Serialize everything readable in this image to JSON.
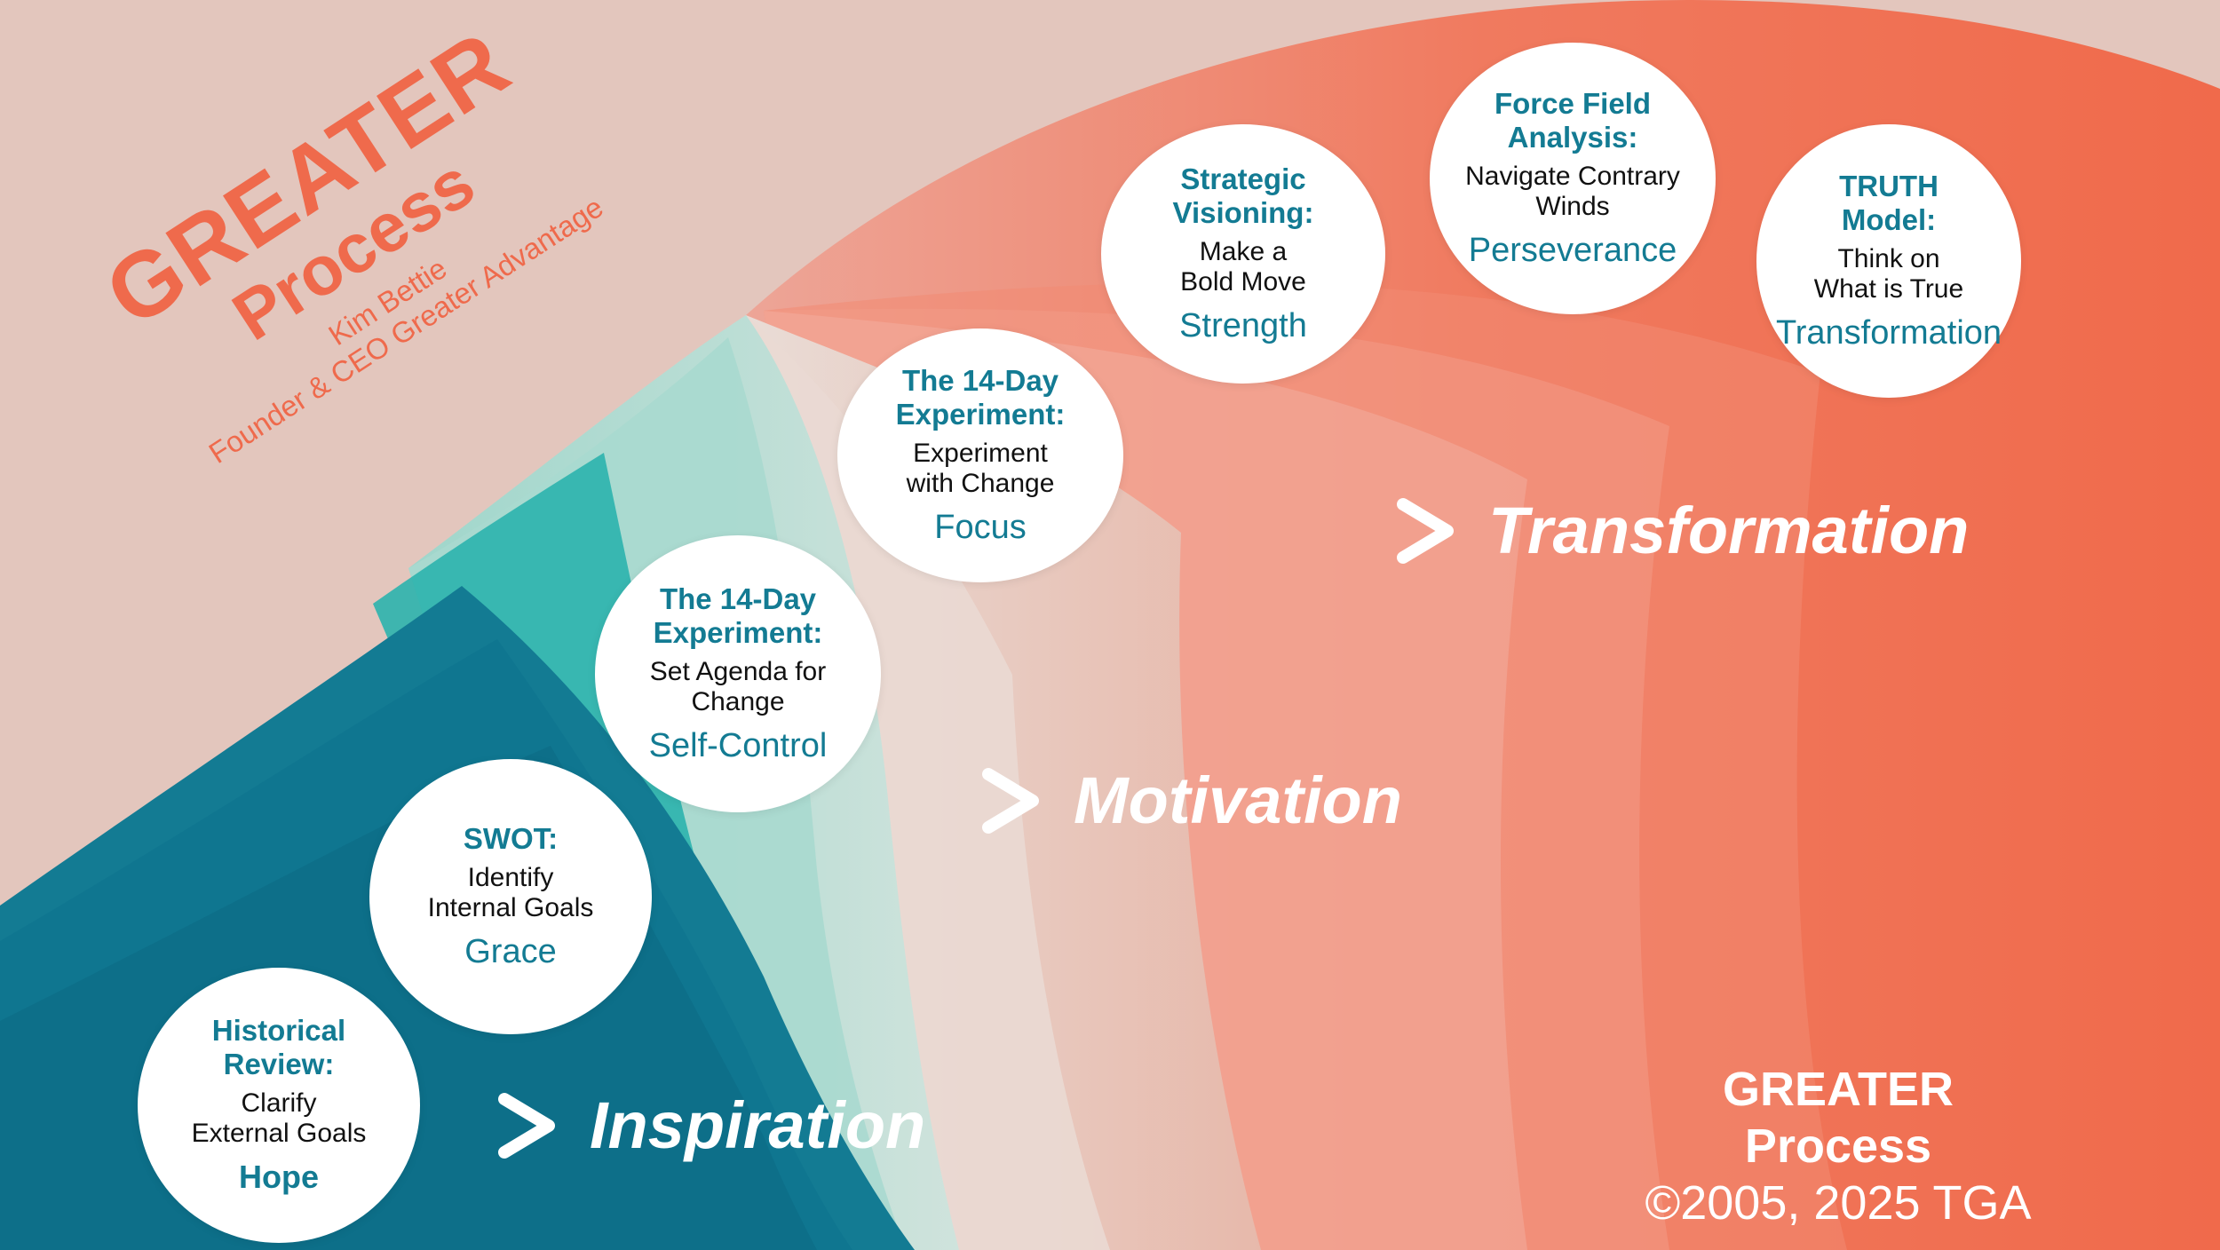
{
  "brand": {
    "title": "GREATER",
    "subtitle": "Process",
    "author_name": "Kim Bettie",
    "author_role": "Founder & CEO Greater Advantage"
  },
  "stages": {
    "inspiration": "Inspiration",
    "motivation": "Motivation",
    "transformation": "Transformation"
  },
  "steps": [
    {
      "heading": "Historical\nReview:",
      "description": "Clarify\nExternal Goals",
      "virtue": "Hope"
    },
    {
      "heading": "SWOT:",
      "description": "Identify\nInternal Goals",
      "virtue": "Grace"
    },
    {
      "heading": "The 14-Day\nExperiment:",
      "description": "Set Agenda for\nChange",
      "virtue": "Self-Control"
    },
    {
      "heading": "The 14-Day\nExperiment:",
      "description": "Experiment\nwith Change",
      "virtue": "Focus"
    },
    {
      "heading": "Strategic\nVisioning:",
      "description": "Make a\nBold Move",
      "virtue": "Strength"
    },
    {
      "heading": "Force Field\nAnalysis:",
      "description": "Navigate Contrary\nWinds",
      "virtue": "Perseverance"
    },
    {
      "heading": "TRUTH\nModel:",
      "description": "Think on\nWhat is True",
      "virtue": "Transformation"
    }
  ],
  "credit": {
    "line1": "GREATER",
    "line2": "Process",
    "line3": "©2005, 2025 TGA"
  },
  "colors": {
    "background": "#e3c6bd",
    "teal_dark": "#137b93",
    "teal_light": "#8fcfc3",
    "coral": "#ef6a4c",
    "blush": "#e8cfc8",
    "white": "#ffffff"
  }
}
